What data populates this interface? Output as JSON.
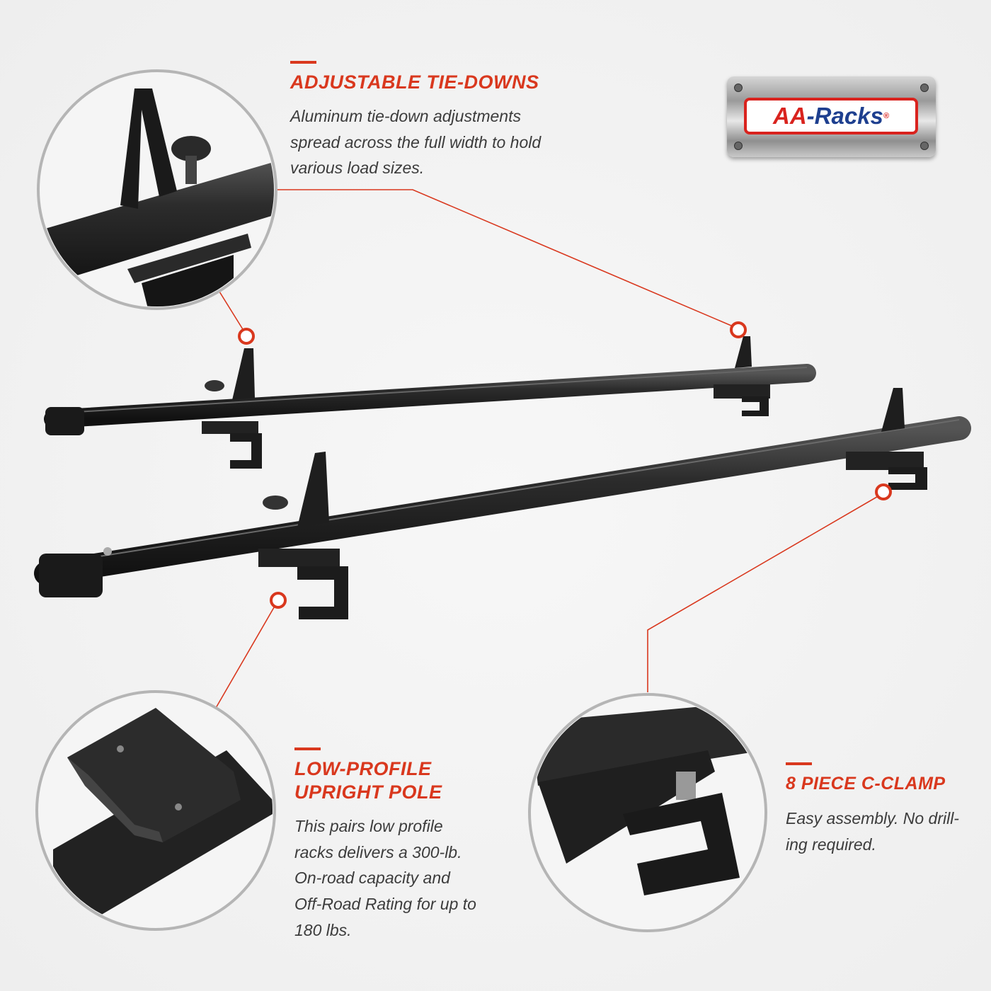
{
  "brand": {
    "logo_text_a": "AA",
    "logo_text_b": "-Racks",
    "registered": "®"
  },
  "features": [
    {
      "heading_lines": [
        "ADJUSTABLE TIE-DOWNS"
      ],
      "body_lines": [
        "Aluminum tie-down adjustments",
        "spread across the full width to hold",
        "various load sizes."
      ]
    },
    {
      "heading_lines": [
        "LOW-PROFILE",
        "UPRIGHT POLE"
      ],
      "body_lines": [
        "This pairs low profile",
        "racks delivers a 300-lb.",
        "On-road capacity and",
        "Off-Road Rating for up to",
        "180 lbs."
      ]
    },
    {
      "heading_lines": [
        "8 PIECE C-CLAMP"
      ],
      "body_lines": [
        "Easy assembly. No drill-",
        "ing required."
      ]
    }
  ],
  "colors": {
    "accent": "#d9381e",
    "bar": "#2a2a2a",
    "circle_border": "#b5b5b5"
  }
}
